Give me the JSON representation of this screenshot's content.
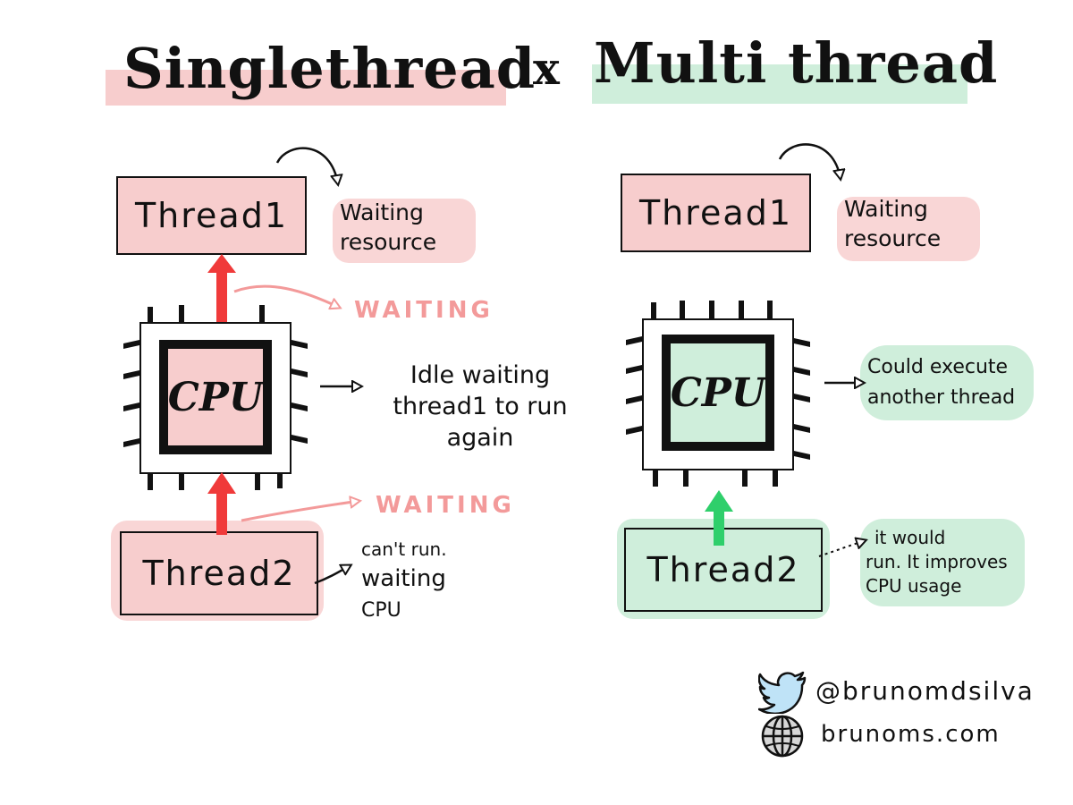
{
  "title": {
    "left": "Singlethread",
    "separator": "x",
    "right": "Multi thread"
  },
  "single": {
    "thread1": "Thread1",
    "thread1_note": [
      "Waiting",
      "resource"
    ],
    "cpu": "CPU",
    "waiting_top": "WAITING",
    "waiting_bottom": "WAITING",
    "cpu_note": [
      "Idle waiting",
      "thread1 to run",
      "again"
    ],
    "thread2": "Thread2",
    "thread2_note": [
      "can't run.",
      "waiting",
      "CPU"
    ]
  },
  "multi": {
    "thread1": "Thread1",
    "thread1_note": [
      "Waiting",
      "resource"
    ],
    "cpu": "CPU",
    "cpu_note": [
      "Could execute",
      "another thread"
    ],
    "thread2": "Thread2",
    "thread2_note": [
      "it would",
      "run. It improves",
      "CPU usage"
    ]
  },
  "footer": {
    "twitter_handle": "@brunomdsilva",
    "website": "brunoms.com",
    "twitter_icon": "twitter-bird-icon",
    "web_icon": "globe-icon"
  },
  "colors": {
    "single_fill": "#f7cdcd",
    "multi_fill": "#cfeedb",
    "arrow_red": "#f03a3a",
    "arrow_green": "#2fcf6b",
    "waiting_text": "#f39a9a"
  }
}
